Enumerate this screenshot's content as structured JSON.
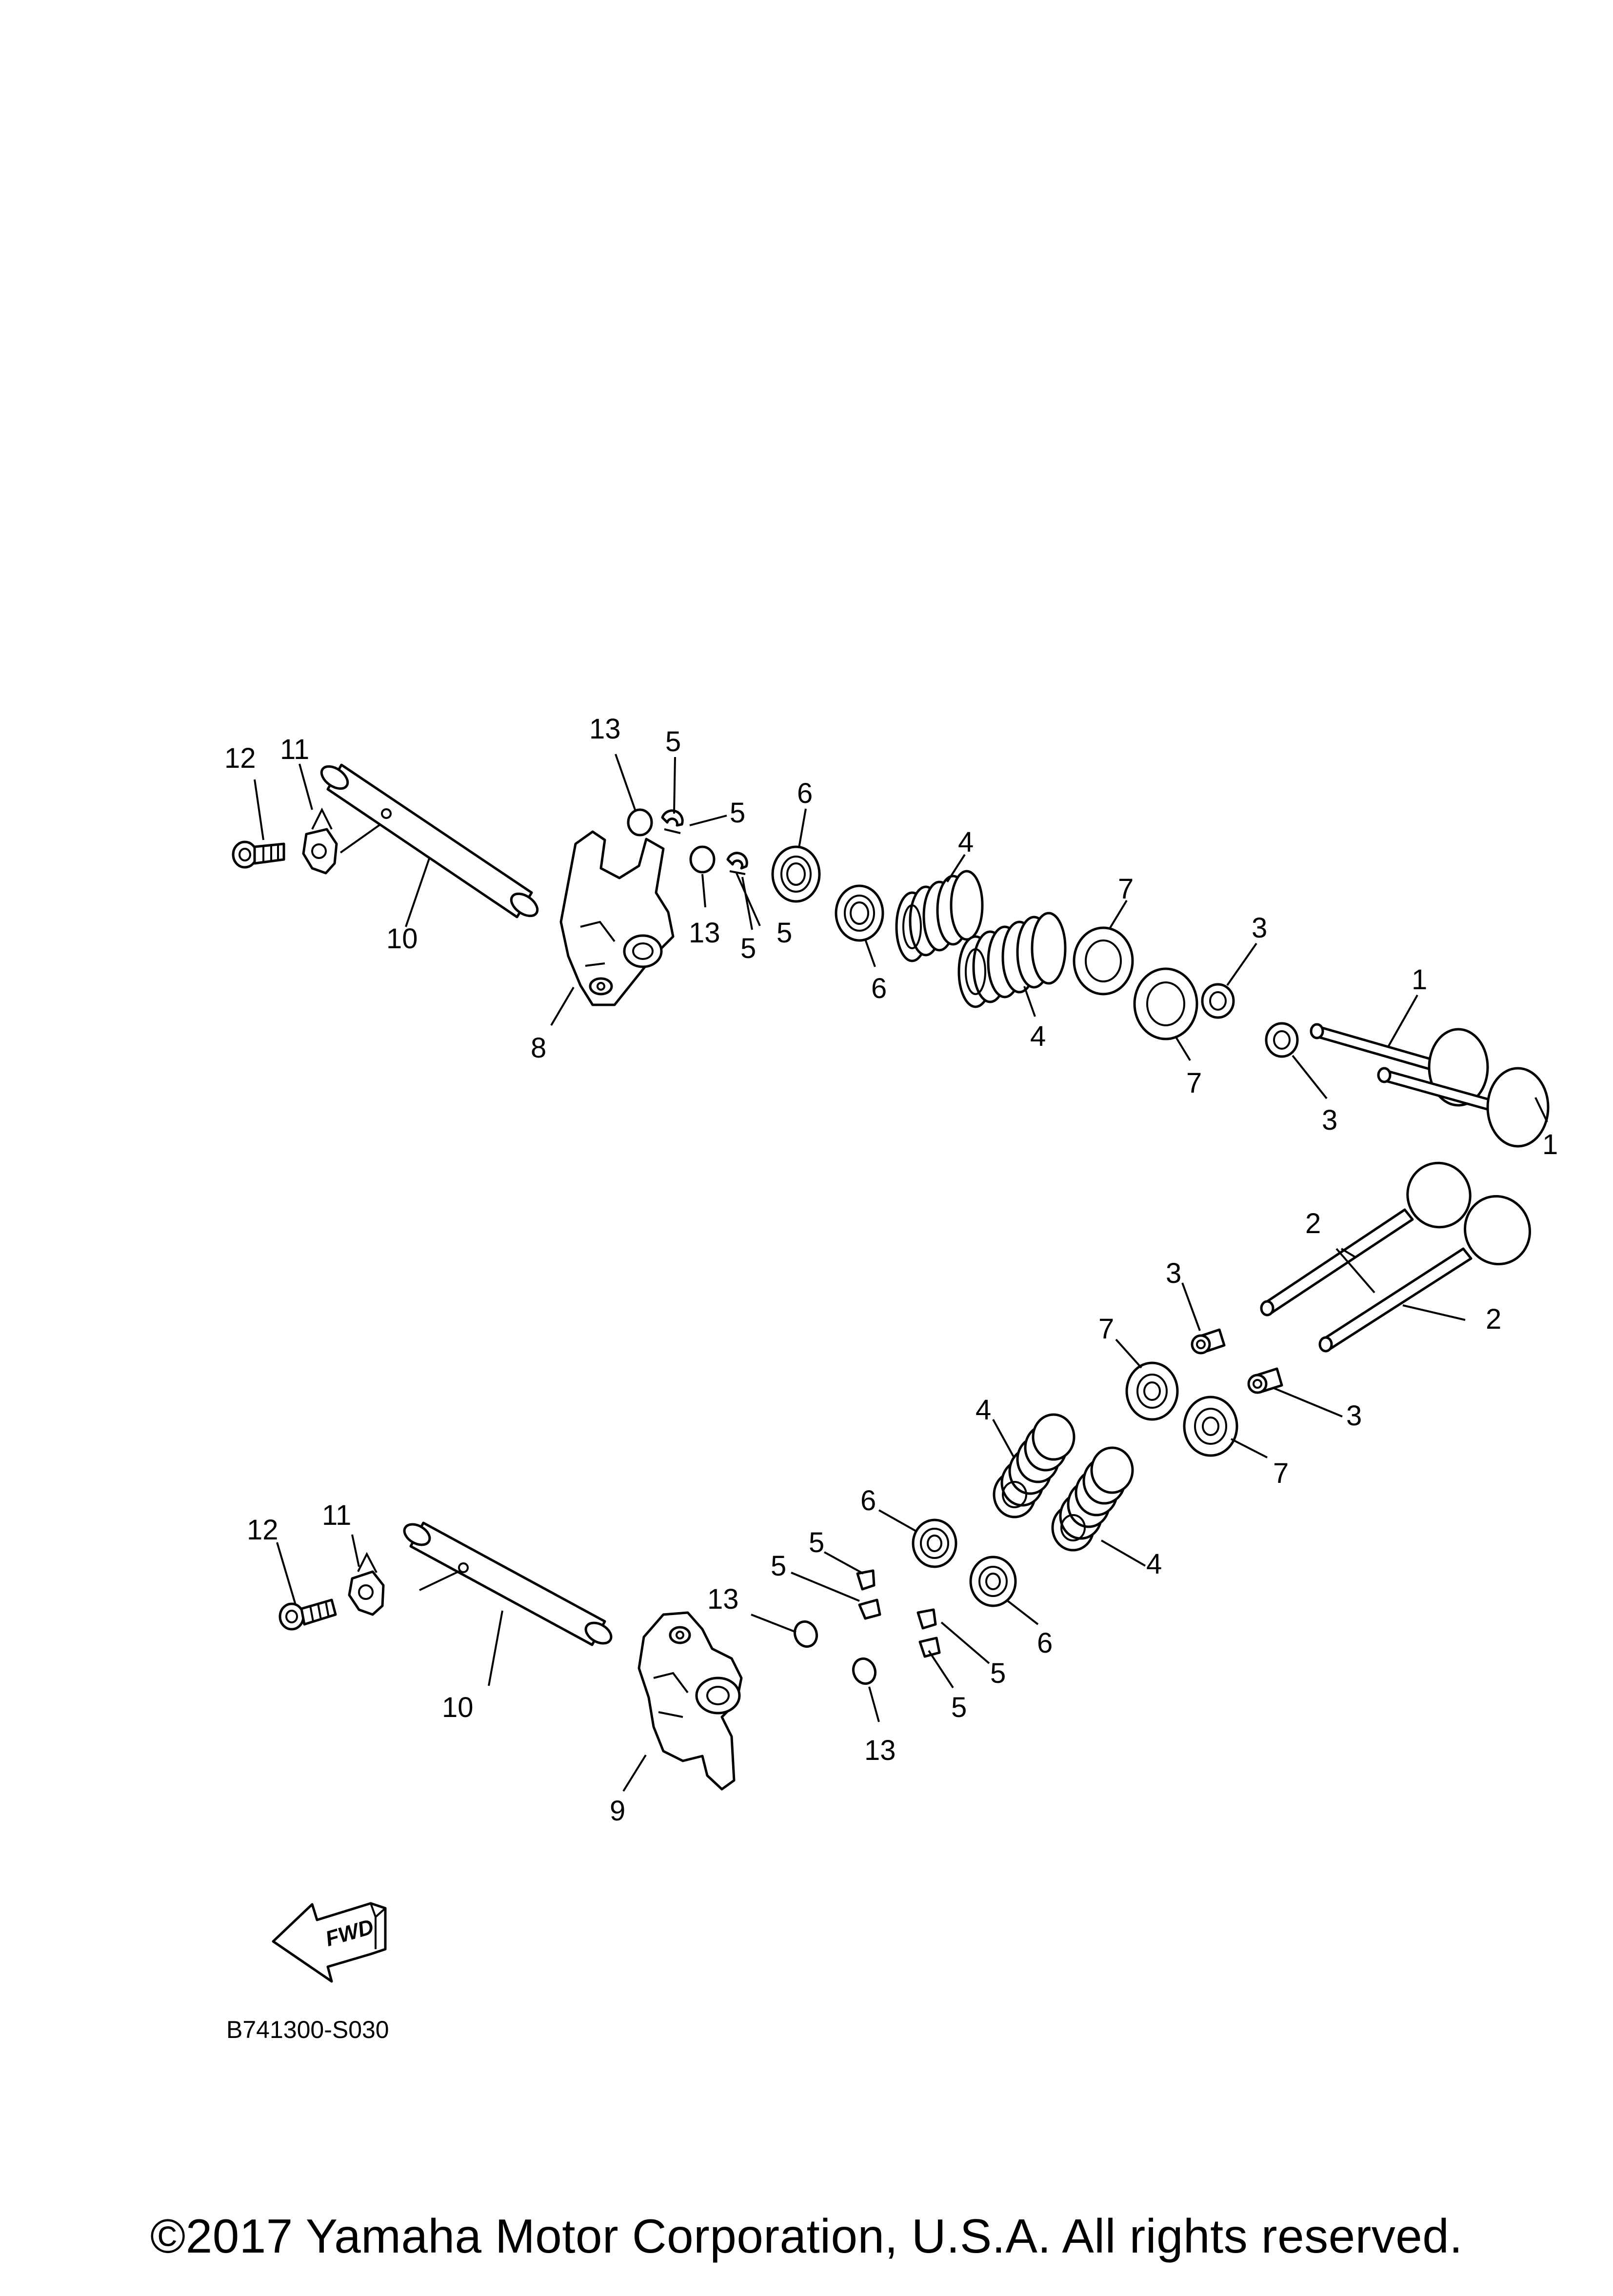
{
  "callouts": {
    "c1a": "1",
    "c1b": "1",
    "c2a": "2",
    "c2b": "2",
    "c3a": "3",
    "c3b": "3",
    "c3c": "3",
    "c3d": "3",
    "c4a": "4",
    "c4b": "4",
    "c4c": "4",
    "c4d": "4",
    "c5a": "5",
    "c5b": "5",
    "c5c": "5",
    "c5d": "5",
    "c5e": "5",
    "c5f": "5",
    "c5g": "5",
    "c5h": "5",
    "c6a": "6",
    "c6b": "6",
    "c6c": "6",
    "c6d": "6",
    "c7a": "7",
    "c7b": "7",
    "c7c": "7",
    "c7d": "7",
    "c8": "8",
    "c9": "9",
    "c10a": "10",
    "c10b": "10",
    "c11a": "11",
    "c11b": "11",
    "c12a": "12",
    "c12b": "12",
    "c13a": "13",
    "c13b": "13",
    "c13c": "13",
    "c13d": "13"
  },
  "fwd_label": "FWD",
  "diagram_code": "B741300-S030",
  "copyright": "©2017 Yamaha Motor Corporation, U.S.A. All rights reserved."
}
